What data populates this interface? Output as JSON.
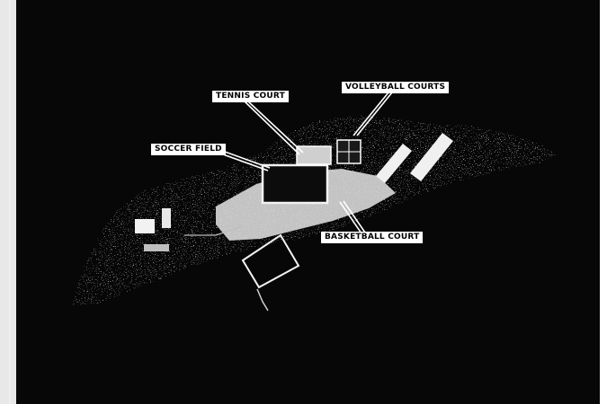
{
  "labels": {
    "tennis_court": "TENNIS COURT",
    "volleyball_courts": "VOLLEYBALL COURTS",
    "soccer_field": "SOCCER FIELD",
    "basketball_court": "BASKETBALL COURT"
  },
  "colors": {
    "sky": "#070707",
    "island": "#d9d9d9",
    "label_bg": "#ffffff",
    "label_text": "#000000"
  }
}
